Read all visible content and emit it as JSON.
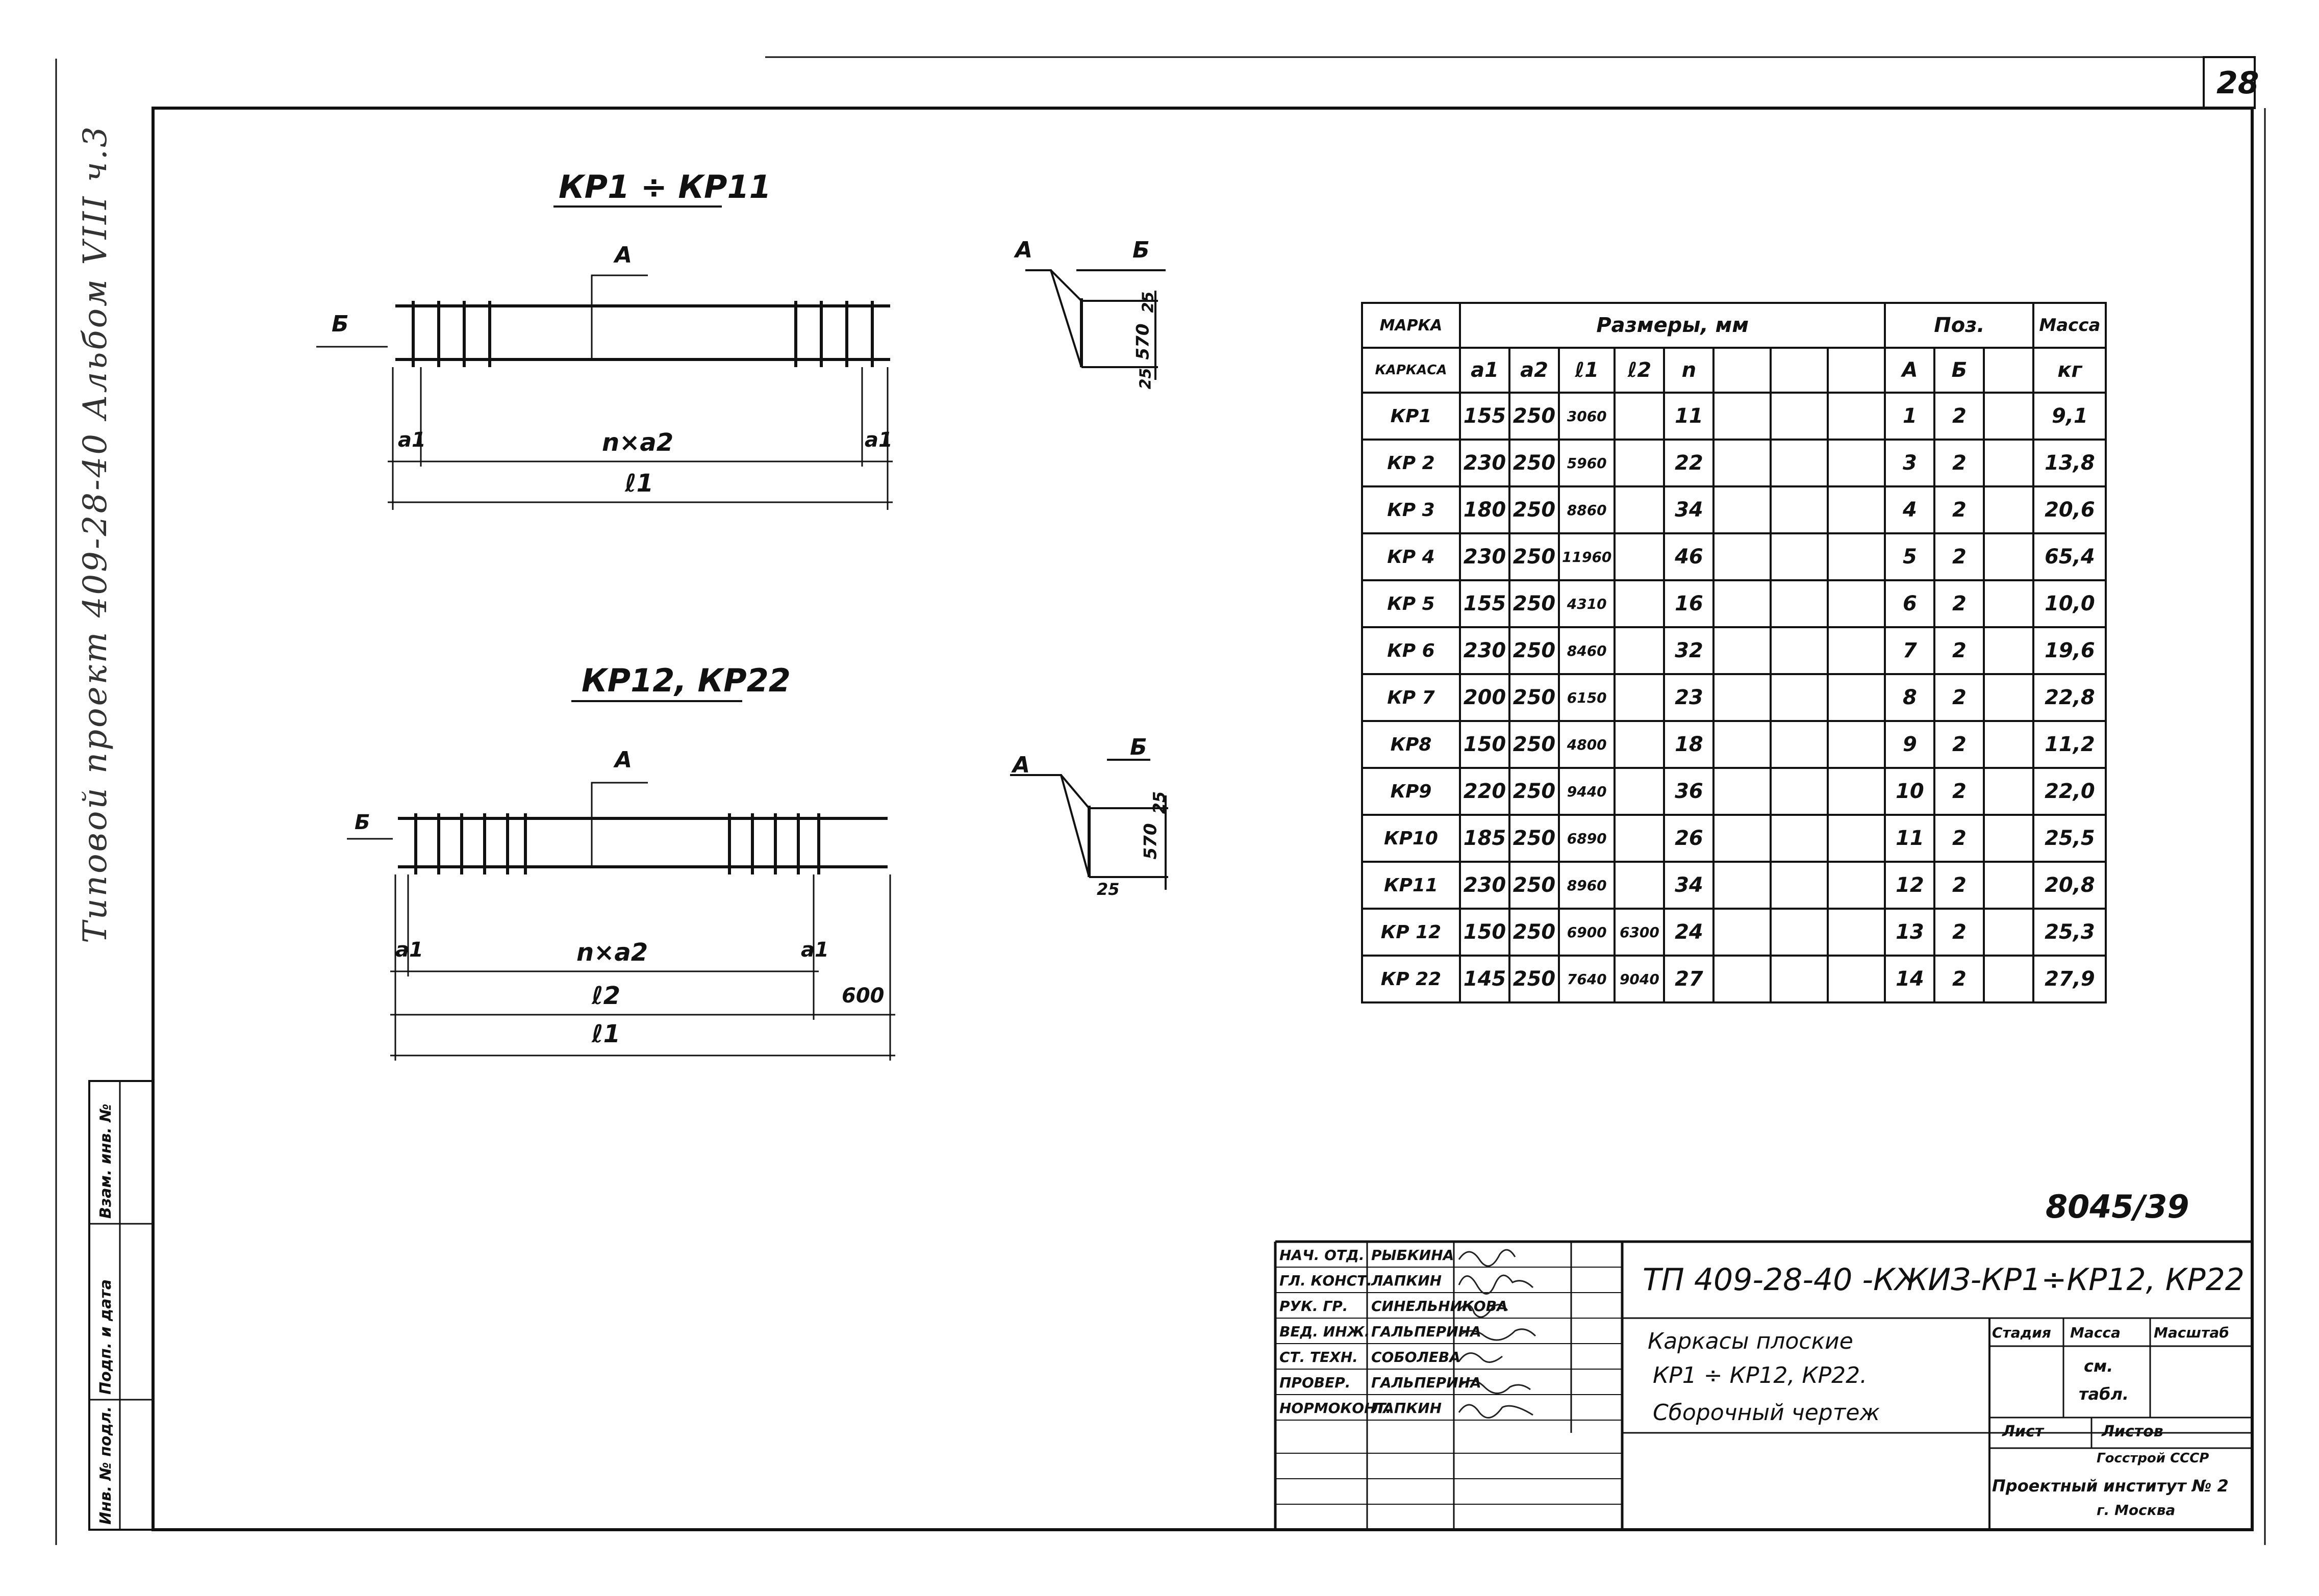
{
  "page_number": "28",
  "side_text": "Типовой проект 409-28-40   Альбом VIII ч.3",
  "side_cells": [
    "Инв. № подл.",
    "Подп. и дата",
    "Взам. инв. №"
  ],
  "drawing1": {
    "title": "КР1 ÷ КР11",
    "label_A": "А",
    "label_B": "Б",
    "dim_a1": "a1",
    "dim_na2": "n×a2",
    "dim_l1": "ℓ1",
    "sec_A": "А",
    "sec_B": "Б",
    "sec_25": "25",
    "sec_570": "570",
    "sec_25b": "25"
  },
  "drawing2": {
    "title": "КР12, КР22",
    "label_A": "А",
    "label_B": "Б",
    "dim_a1": "a1",
    "dim_na2": "n×a2",
    "dim_l2": "ℓ2",
    "dim_l1": "ℓ1",
    "dim_600": "600",
    "sec_A": "А",
    "sec_B": "Б",
    "sec_25": "25",
    "sec_570": "570",
    "sec_25b": "25"
  },
  "table": {
    "h_marka": "МАРКА",
    "h_karkasa": "КАРКАСА",
    "h_razmery": "Размеры, мм",
    "h_poz": "Поз.",
    "h_massa": "Масса",
    "h_kg": "кг",
    "cols": [
      "a1",
      "a2",
      "ℓ1",
      "ℓ2",
      "n"
    ],
    "poz_cols": [
      "А",
      "Б"
    ],
    "rows": [
      {
        "m": "КР1",
        "a1": "155",
        "a2": "250",
        "l1": "3060",
        "l2": "",
        "n": "11",
        "pa": "1",
        "pb": "2",
        "mass": "9,1"
      },
      {
        "m": "КР 2",
        "a1": "230",
        "a2": "250",
        "l1": "5960",
        "l2": "",
        "n": "22",
        "pa": "3",
        "pb": "2",
        "mass": "13,8"
      },
      {
        "m": "КР 3",
        "a1": "180",
        "a2": "250",
        "l1": "8860",
        "l2": "",
        "n": "34",
        "pa": "4",
        "pb": "2",
        "mass": "20,6"
      },
      {
        "m": "КР 4",
        "a1": "230",
        "a2": "250",
        "l1": "11960",
        "l2": "",
        "n": "46",
        "pa": "5",
        "pb": "2",
        "mass": "65,4"
      },
      {
        "m": "КР 5",
        "a1": "155",
        "a2": "250",
        "l1": "4310",
        "l2": "",
        "n": "16",
        "pa": "6",
        "pb": "2",
        "mass": "10,0"
      },
      {
        "m": "КР 6",
        "a1": "230",
        "a2": "250",
        "l1": "8460",
        "l2": "",
        "n": "32",
        "pa": "7",
        "pb": "2",
        "mass": "19,6"
      },
      {
        "m": "КР 7",
        "a1": "200",
        "a2": "250",
        "l1": "6150",
        "l2": "",
        "n": "23",
        "pa": "8",
        "pb": "2",
        "mass": "22,8"
      },
      {
        "m": "КР8",
        "a1": "150",
        "a2": "250",
        "l1": "4800",
        "l2": "",
        "n": "18",
        "pa": "9",
        "pb": "2",
        "mass": "11,2"
      },
      {
        "m": "КР9",
        "a1": "220",
        "a2": "250",
        "l1": "9440",
        "l2": "",
        "n": "36",
        "pa": "10",
        "pb": "2",
        "mass": "22,0"
      },
      {
        "m": "КР10",
        "a1": "185",
        "a2": "250",
        "l1": "6890",
        "l2": "",
        "n": "26",
        "pa": "11",
        "pb": "2",
        "mass": "25,5"
      },
      {
        "m": "КР11",
        "a1": "230",
        "a2": "250",
        "l1": "8960",
        "l2": "",
        "n": "34",
        "pa": "12",
        "pb": "2",
        "mass": "20,8"
      },
      {
        "m": "КР 12",
        "a1": "150",
        "a2": "250",
        "l1": "6900",
        "l2": "6300",
        "n": "24",
        "pa": "13",
        "pb": "2",
        "mass": "25,3"
      },
      {
        "m": "КР 22",
        "a1": "145",
        "a2": "250",
        "l1": "7640",
        "l2": "9040",
        "n": "27",
        "pa": "14",
        "pb": "2",
        "mass": "27,9"
      }
    ]
  },
  "sheet_ref": "8045/39",
  "title_block": {
    "code": "ТП 409-28-40      -КЖИЗ-КР1÷КР12, КР22",
    "desc1": "Каркасы плоские",
    "desc2": "КР1 ÷ КР12, КР22.",
    "desc3": "Сборочный чертеж",
    "stadia": "Стадия",
    "massa": "Масса",
    "masshtab": "Масштаб",
    "massa_val1": "см.",
    "massa_val2": "табл.",
    "list": "Лист",
    "listov": "Листов",
    "org1": "Госстрой СССР",
    "org2": "Проектный институт № 2",
    "org3": "г. Москва",
    "people": [
      {
        "role": "НАЧ. ОТД.",
        "name": "РЫБКИНА"
      },
      {
        "role": "ГЛ. КОНСТ.",
        "name": "ЛАПКИН"
      },
      {
        "role": "РУК. ГР.",
        "name": "СИНЕЛЬНИКОВА"
      },
      {
        "role": "ВЕД. ИНЖ.",
        "name": "ГАЛЬПЕРИНА"
      },
      {
        "role": "СТ. ТЕХН.",
        "name": "СОБОЛЕВА"
      },
      {
        "role": "ПРОВЕР.",
        "name": "ГАЛЬПЕРИНА"
      },
      {
        "role": "НОРМОКОНТ.",
        "name": "ЛАПКИН"
      }
    ]
  }
}
